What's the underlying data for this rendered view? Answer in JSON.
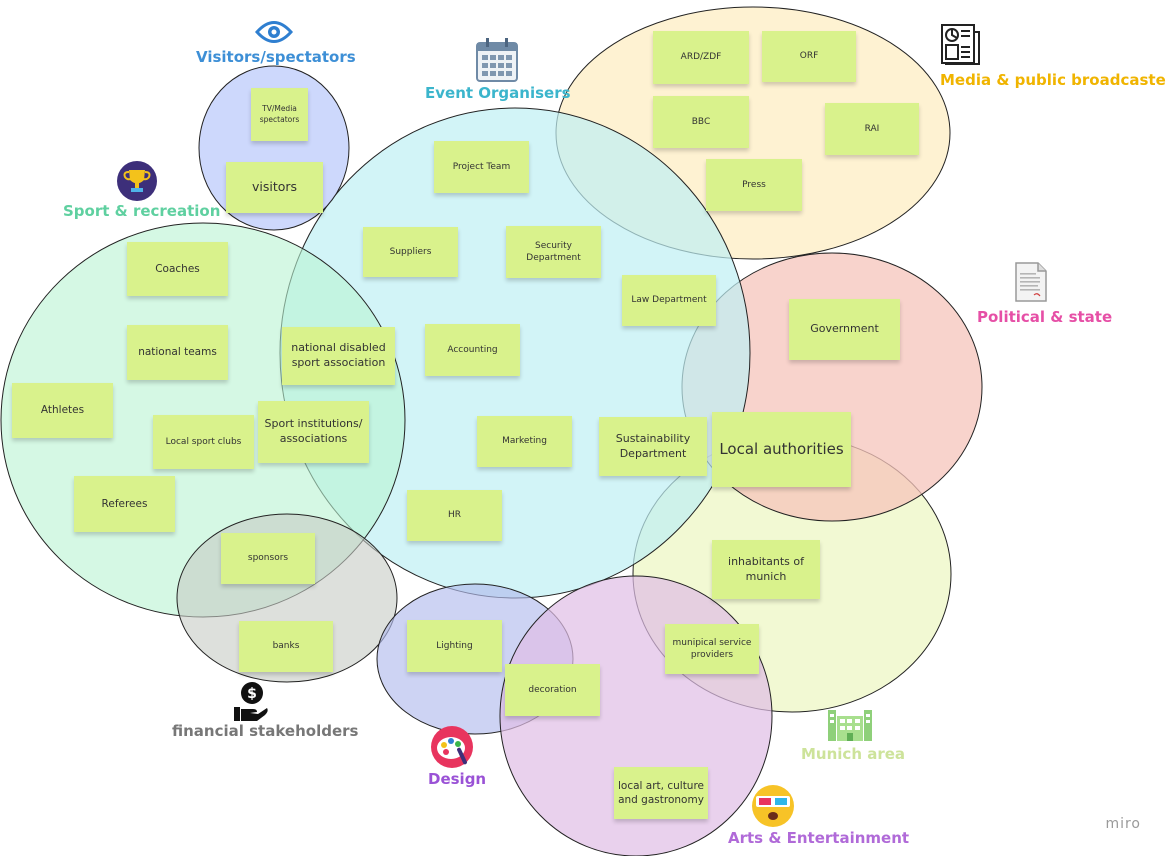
{
  "groups": {
    "visitors": {
      "title": "Visitors/spectators",
      "color": "#3d8fd6",
      "icon": "eye-icon"
    },
    "event_organisers": {
      "title": "Event Organisers",
      "color": "#3bb5cc",
      "icon": "calendar-icon"
    },
    "media": {
      "title": "Media & public broadcasters",
      "color": "#f0b400",
      "icon": "newspaper-icon"
    },
    "sport": {
      "title": "Sport & recreation",
      "color": "#5fd0a0",
      "icon": "trophy-icon"
    },
    "political": {
      "title": "Political & state",
      "color": "#e64fa6",
      "icon": "document-icon"
    },
    "financial": {
      "title": "financial stakeholders",
      "color": "#777777",
      "icon": "money-hand-icon"
    },
    "design": {
      "title": "Design",
      "color": "#9a52d6",
      "icon": "palette-icon"
    },
    "munich": {
      "title": "Munich area",
      "color": "#cde39a",
      "icon": "building-icon"
    },
    "arts": {
      "title": "Arts & Entertainment",
      "color": "#b06ad8",
      "icon": "3d-glasses-icon"
    }
  },
  "notes": {
    "tv_media": "TV/Media spectators",
    "visitors": "visitors",
    "project_team": "Project Team",
    "suppliers": "Suppliers",
    "security": "Security Department",
    "law": "Law Department",
    "accounting": "Accounting",
    "national_disabled": "national disabled sport association",
    "marketing": "Marketing",
    "sustainability": "Sustainability Department",
    "hr": "HR",
    "ard_zdf": "ARD/ZDF",
    "orf": "ORF",
    "bbc": "BBC",
    "rai": "RAI",
    "press": "Press",
    "coaches": "Coaches",
    "national_teams": "national teams",
    "athletes": "Athletes",
    "local_sport_clubs": "Local sport clubs",
    "sport_institutions": "Sport institutions/ associations",
    "referees": "Referees",
    "sponsors": "sponsors",
    "banks": "banks",
    "government": "Government",
    "local_authorities": "Local authorities",
    "inhabitants": "inhabitants of munich",
    "municipal_service": "munipical service providers",
    "lighting": "Lighting",
    "decoration": "decoration",
    "local_art": "local art, culture and gastronomy"
  },
  "colors": {
    "sticky_note": "#d9f28c",
    "visitors_fill": "#c9d6fa",
    "event_fill": "#c9f1f4",
    "media_fill": "#fdf0c8",
    "sport_fill": "#c8f6dc",
    "political_fill": "#f8d1c9",
    "financial_fill": "#d9dcd7",
    "design_fill": "#c3ccef",
    "munich_fill": "#f1f8d0",
    "arts_fill": "#e8cdec"
  },
  "brand": "miro"
}
